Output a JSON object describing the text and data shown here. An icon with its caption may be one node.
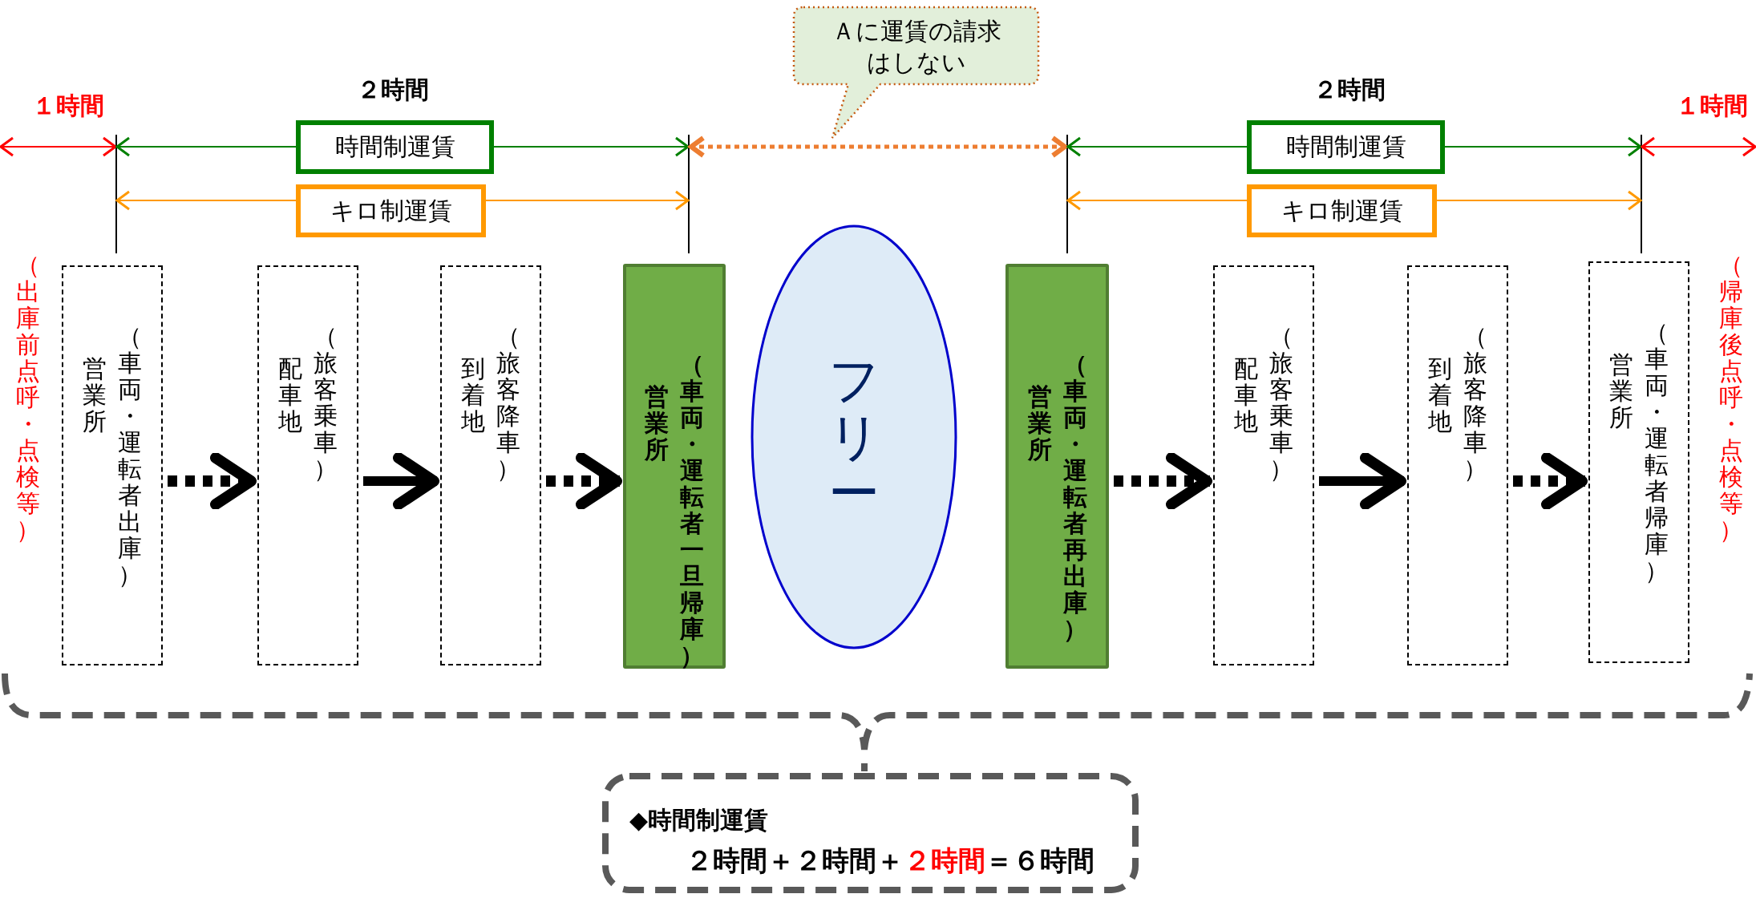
{
  "diagram": {
    "nodes": [
      {
        "text": [
          "Ａに運賃の請求はしない"
        ]
      },
      {
        "text": [
          "時間制運賃"
        ],
        "beside": [
          "２時間"
        ]
      },
      {
        "text": [
          "キロ制運賃"
        ]
      },
      {
        "text": [
          "時間制運賃"
        ],
        "beside": [
          "２時間"
        ]
      },
      {
        "text": [
          "キロ制運賃"
        ]
      },
      {
        "text": [
          "営業所",
          "（車両・運転者出庫）"
        ],
        "beside": [
          "（出庫前点呼・点検等）"
        ]
      },
      {
        "text": [
          "配車地",
          "（旅客乗車）"
        ]
      },
      {
        "text": [
          "到着地",
          "（旅客降車）"
        ]
      },
      {
        "text": [
          "営業所",
          "（車両・運転者一旦帰庫）"
        ]
      },
      {
        "text": [
          "フリー"
        ]
      },
      {
        "text": [
          "営業所",
          "（車両・運転者再出庫）"
        ]
      },
      {
        "text": [
          "配車地",
          "（旅客乗車）"
        ]
      },
      {
        "text": [
          "到着地",
          "（旅客降車）"
        ]
      },
      {
        "text": [
          "営業所",
          "（車両・運転者帰庫）"
        ],
        "beside": [
          "（帰庫後点呼・点検等）"
        ]
      },
      {
        "text": [
          "◆時間制運賃",
          "２時間＋２時間＋",
          "２時間",
          "＝６時間"
        ]
      }
    ],
    "edges": [
      {
        "from": 5,
        "to": 6,
        "arrow": "to",
        "style": "dashed"
      },
      {
        "from": 6,
        "to": 7,
        "arrow": "to"
      },
      {
        "from": 7,
        "to": 8,
        "arrow": "to",
        "style": "dashed"
      },
      {
        "from": 10,
        "to": 11,
        "arrow": "to",
        "style": "dashed"
      },
      {
        "from": 11,
        "to": 12,
        "arrow": "to"
      },
      {
        "from": 12,
        "to": 13,
        "arrow": "to",
        "style": "dashed"
      }
    ],
    "labels": [
      "１時間",
      "１時間"
    ]
  }
}
